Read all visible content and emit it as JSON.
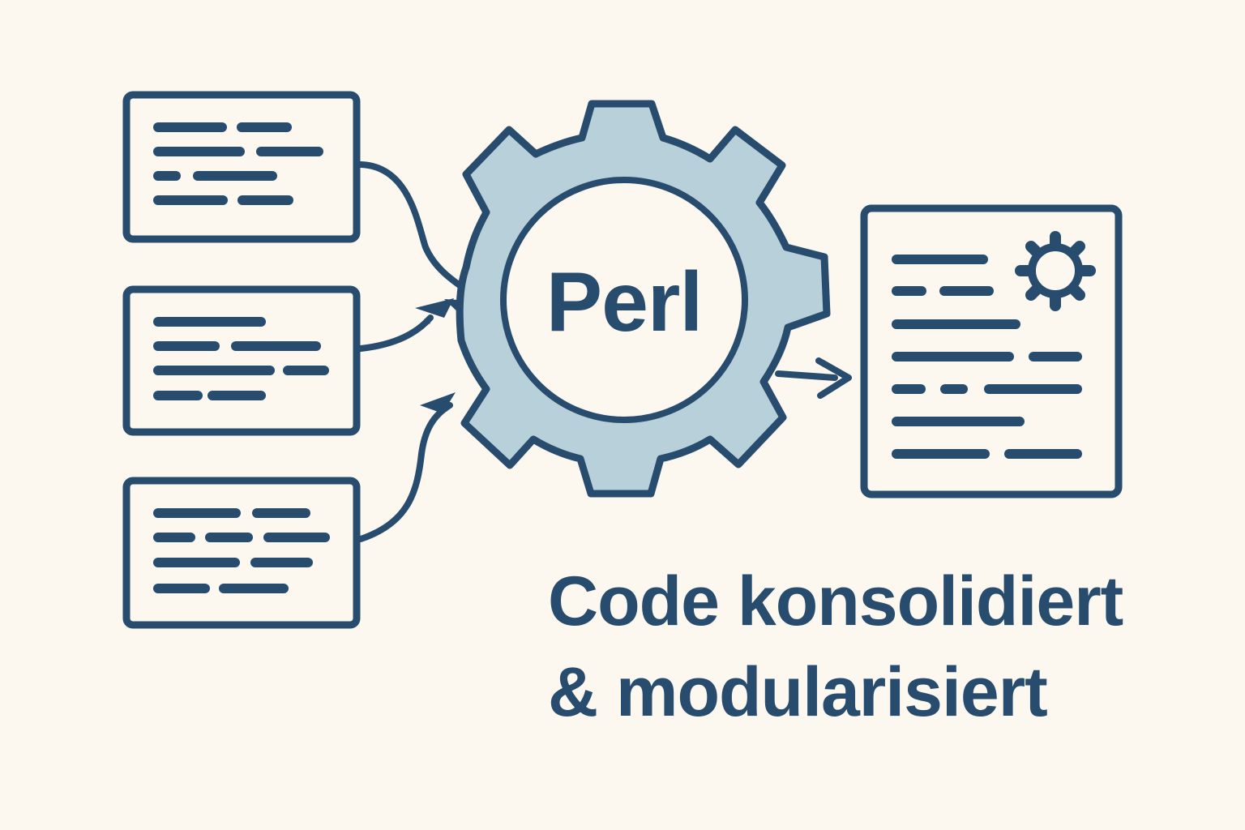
{
  "colors": {
    "background": "#fdf8ef",
    "ink": "#274c6e",
    "gear_fill": "#b8d0d9",
    "paper": "#fdf8ef"
  },
  "diagram": {
    "inputs": [
      {
        "name": "source-file-1",
        "icon": "code-file-icon"
      },
      {
        "name": "source-file-2",
        "icon": "code-file-icon"
      },
      {
        "name": "source-file-3",
        "icon": "code-file-icon"
      }
    ],
    "processor": {
      "label": "Perl",
      "icon": "gear-icon"
    },
    "output": {
      "name": "consolidated-module-file",
      "icon": "code-file-with-gear-icon"
    },
    "caption": {
      "line1": "Code konsolidiert",
      "line2": "& modularisiert"
    }
  }
}
